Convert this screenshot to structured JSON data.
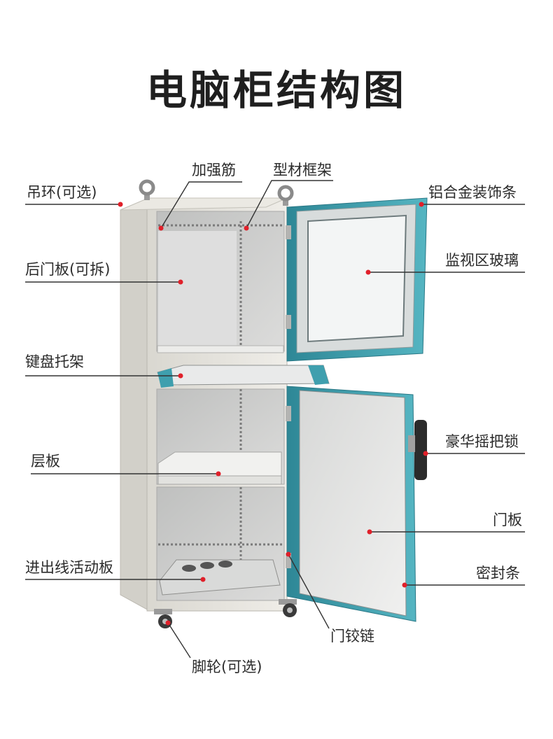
{
  "title": "电脑柜结构图",
  "labels": {
    "lifting_ring": "吊环(可选)",
    "reinforcement": "加强筋",
    "profile_frame": "型材框架",
    "alloy_trim": "铝合金装饰条",
    "rear_door": "后门板(可拆)",
    "monitor_glass": "监视区玻璃",
    "keyboard_tray": "键盘托架",
    "shelf": "层板",
    "handle_lock": "豪华摇把锁",
    "door_panel": "门板",
    "cable_plate": "进出线活动板",
    "seal_strip": "密封条",
    "hinge": "门铰链",
    "caster": "脚轮(可选)"
  },
  "colors": {
    "title": "#1f1f1f",
    "cabinet_body": "#e6e4de",
    "cabinet_inner": "#cfd0cf",
    "door_frame": "#3f9fae",
    "glass": "#f3f5f5",
    "leader_line": "#333333",
    "marker_dot": "#e0202a"
  }
}
